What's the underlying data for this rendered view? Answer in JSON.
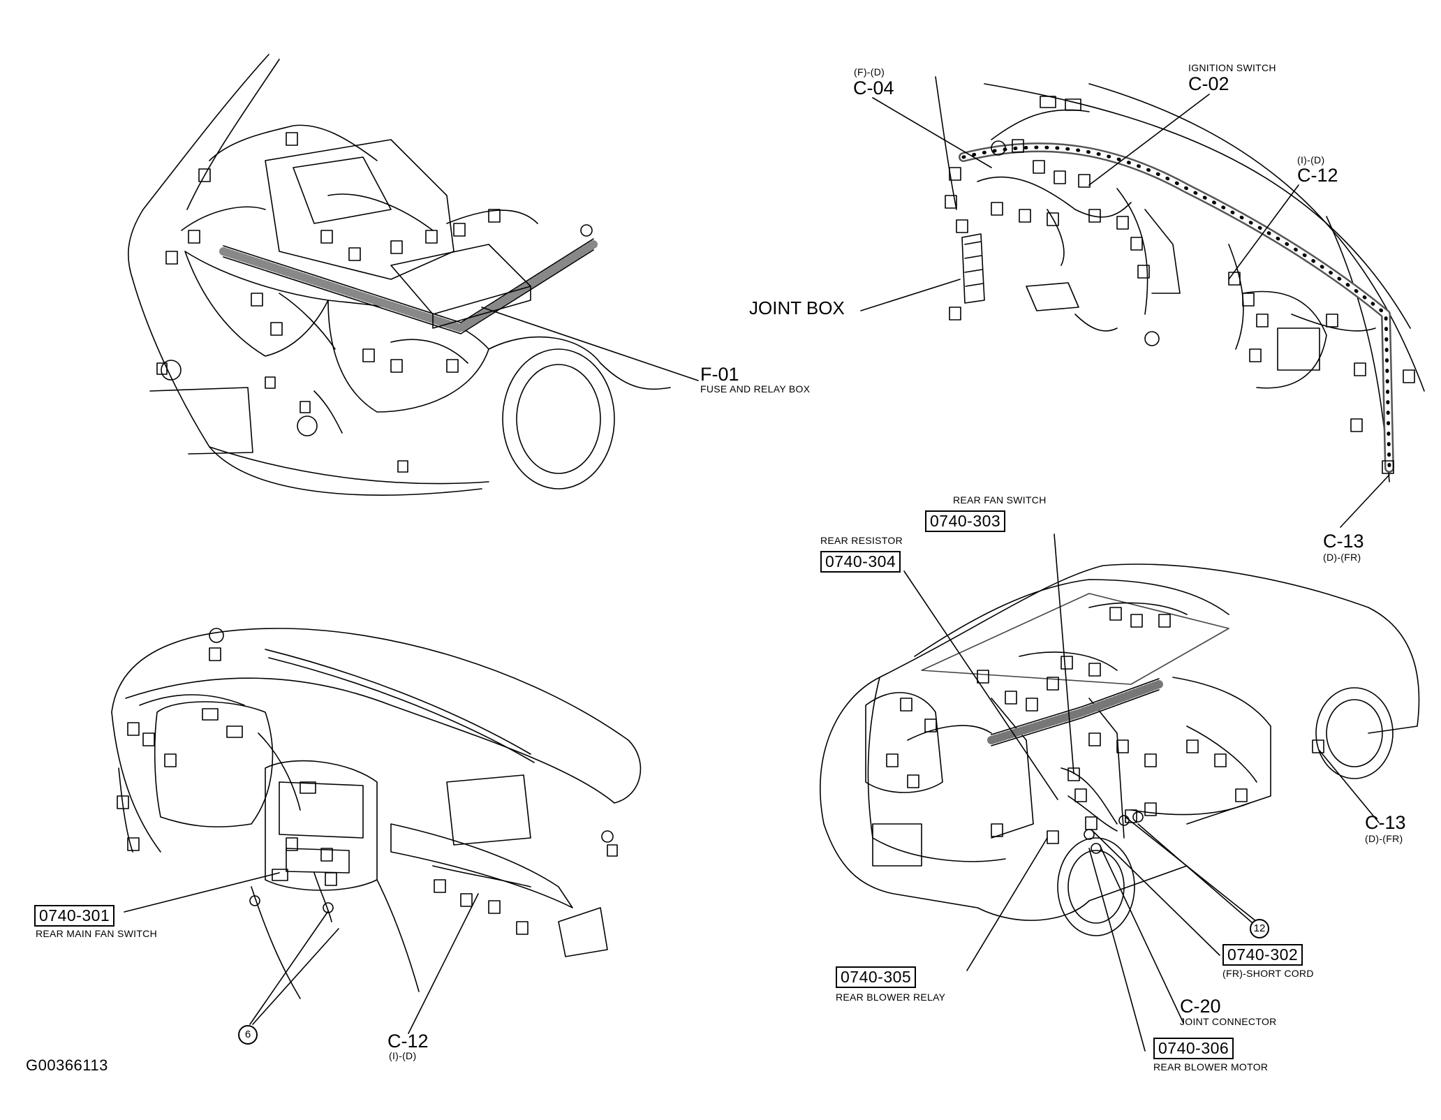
{
  "figure_id": "G00366113",
  "engine_bay": {
    "fuse_box_code": "F-01",
    "fuse_box_name": "FUSE AND RELAY BOX"
  },
  "instrument_panel": {
    "c04_side": "(F)-(D)",
    "c04_code": "C-04",
    "ignition_name": "IGNITION SWITCH",
    "ignition_code": "C-02",
    "c12_side": "(I)-(D)",
    "c12_code": "C-12",
    "joint_box": "JOINT BOX",
    "c13_code": "C-13",
    "c13_side": "(D)-(FR)"
  },
  "dashboard": {
    "rear_main_fan_switch_code": "0740-301",
    "rear_main_fan_switch_name": "REAR MAIN FAN SWITCH",
    "ground_point": "6",
    "c12_code": "C-12",
    "c12_side": "(I)-(D)"
  },
  "rear_body": {
    "rear_fan_switch_name": "REAR FAN SWITCH",
    "rear_fan_switch_code": "0740-303",
    "rear_resistor_name": "REAR RESISTOR",
    "rear_resistor_code": "0740-304",
    "c13_code": "C-13",
    "c13_side": "(D)-(FR)",
    "ground_point": "12",
    "short_cord_code": "0740-302",
    "short_cord_name": "(FR)-SHORT CORD",
    "blower_relay_code": "0740-305",
    "blower_relay_name": "REAR BLOWER RELAY",
    "c20_code": "C-20",
    "c20_name": "JOINT CONNECTOR",
    "blower_motor_code": "0740-306",
    "blower_motor_name": "REAR BLOWER MOTOR"
  }
}
